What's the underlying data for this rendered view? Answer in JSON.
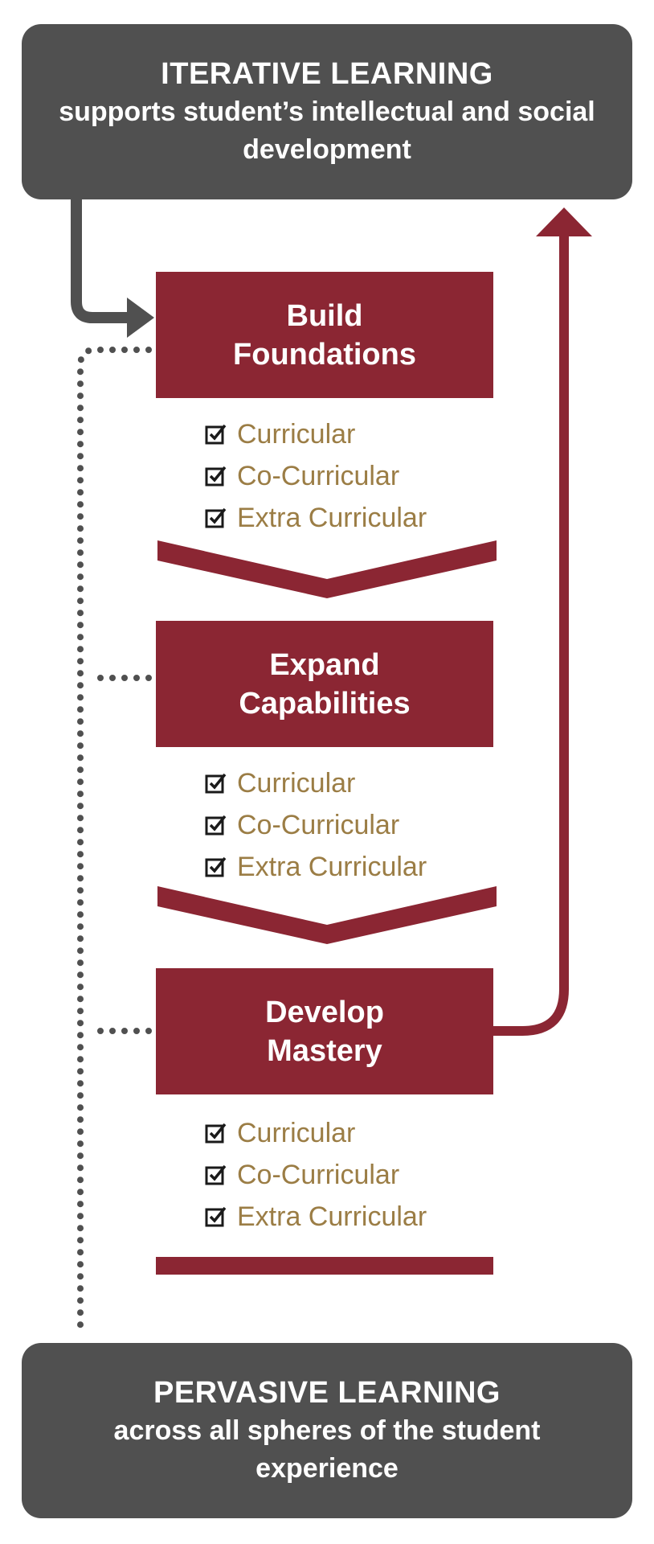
{
  "top_banner": {
    "title": "ITERATIVE LEARNING",
    "subtitle": "supports student’s intellectual and social development"
  },
  "bottom_banner": {
    "title": "PERVASIVE LEARNING",
    "subtitle": "across all spheres of the student experience"
  },
  "stages": [
    {
      "title": "Build\nFoundations",
      "items": [
        "Curricular",
        "Co-Curricular",
        "Extra Curricular"
      ]
    },
    {
      "title": "Expand\nCapabilities",
      "items": [
        "Curricular",
        "Co-Curricular",
        "Extra Curricular"
      ]
    },
    {
      "title": "Develop\nMastery",
      "items": [
        "Curricular",
        "Co-Curricular",
        "Extra Curricular"
      ]
    }
  ],
  "colors": {
    "banner_bg": "#505050",
    "stage_bg": "#8b2633",
    "item_text": "#9b7d45",
    "check_icon": "#1a1a1a",
    "feedback_arrow": "#8b2633",
    "entry_arrow": "#505050",
    "dotted_line": "#505050"
  }
}
